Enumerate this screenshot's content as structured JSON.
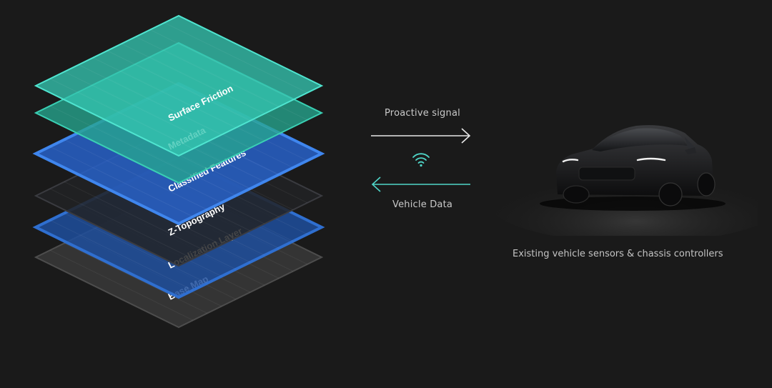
{
  "layers": [
    {
      "label": "Base Map",
      "color": "#3a3a3a",
      "edge": "#4d4d4d"
    },
    {
      "label": "Localization Layer",
      "color": "#1f4f9e",
      "edge": "#2f6fd0"
    },
    {
      "label": "Z-Topography",
      "color": "#222326",
      "edge": "#3a3b40"
    },
    {
      "label": "Classified Features",
      "color": "#2862c9",
      "edge": "#3f86ee"
    },
    {
      "label": "Metadata",
      "color": "#27a68f",
      "edge": "#3ad0b4"
    },
    {
      "label": "Surface Friction",
      "color": "#35c4b0",
      "edge": "#4fe5d0"
    }
  ],
  "signals": {
    "proactive": "Proactive signal",
    "vehicle": "Vehicle Data"
  },
  "caption": "Existing vehicle sensors & chassis controllers",
  "colors": {
    "background": "#1a1a1a",
    "arrow_out": "#e8e8e8",
    "arrow_in": "#4fd6c8",
    "wifi": "#4fd6c8"
  },
  "icons": {
    "wifi": "wifi-icon",
    "car": "car-image"
  }
}
